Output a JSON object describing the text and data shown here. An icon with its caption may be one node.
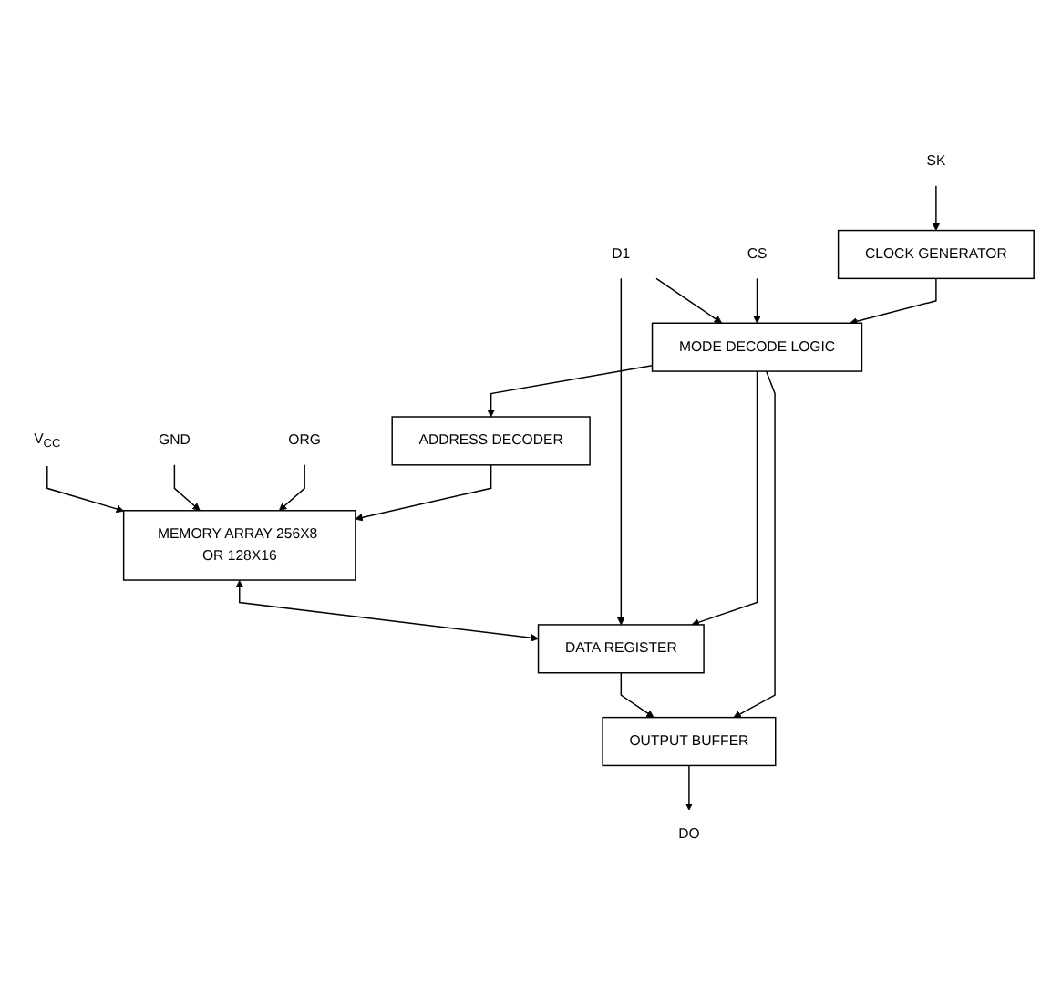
{
  "diagram": {
    "nodes": [
      {
        "text": [
          "V$_{CC}$"
        ]
      },
      {
        "text": [
          "GND"
        ]
      },
      {
        "text": [
          "ORG"
        ]
      },
      {
        "text": [
          "MEMORY ARRAY 256X8 OR 128X16"
        ]
      },
      {
        "text": [
          "ADDRESS DECODER"
        ]
      },
      {
        "text": [
          "DATA REGISTER"
        ]
      },
      {
        "text": [
          "D1"
        ]
      },
      {
        "text": [
          "OUTPUT BUFFER"
        ]
      },
      {
        "text": [
          "MODE DECODE LOGIC"
        ]
      },
      {
        "text": [
          "CS"
        ]
      },
      {
        "text": [
          "SK"
        ]
      },
      {
        "text": [
          "CLOCK GENERATOR"
        ]
      },
      {
        "text": [
          "DO"
        ]
      }
    ],
    "edges": [
      {
        "from": 0,
        "to": 3,
        "arrow": "to"
      },
      {
        "from": 1,
        "to": 3,
        "arrow": "to"
      },
      {
        "from": 2,
        "to": 3,
        "arrow": "to"
      },
      {
        "from": 4,
        "to": 3,
        "arrow": "to"
      },
      {
        "from": 3,
        "to": 5,
        "arrow": "both"
      },
      {
        "from": 6,
        "to": 5,
        "arrow": "to"
      },
      {
        "from": 6,
        "to": 8,
        "arrow": "to"
      },
      {
        "from": 8,
        "to": 5,
        "arrow": "to"
      },
      {
        "from": 5,
        "to": 7,
        "arrow": "to"
      },
      {
        "from": 8,
        "to": 4,
        "arrow": "to"
      },
      {
        "from": 8,
        "to": 7,
        "arrow": "to"
      },
      {
        "from": 9,
        "to": 8,
        "arrow": "to"
      },
      {
        "from": 11,
        "to": 8,
        "arrow": "to"
      },
      {
        "from": 10,
        "to": 11,
        "arrow": "to"
      },
      {
        "from": 7,
        "to": 12,
        "arrow": "to"
      }
    ]
  }
}
